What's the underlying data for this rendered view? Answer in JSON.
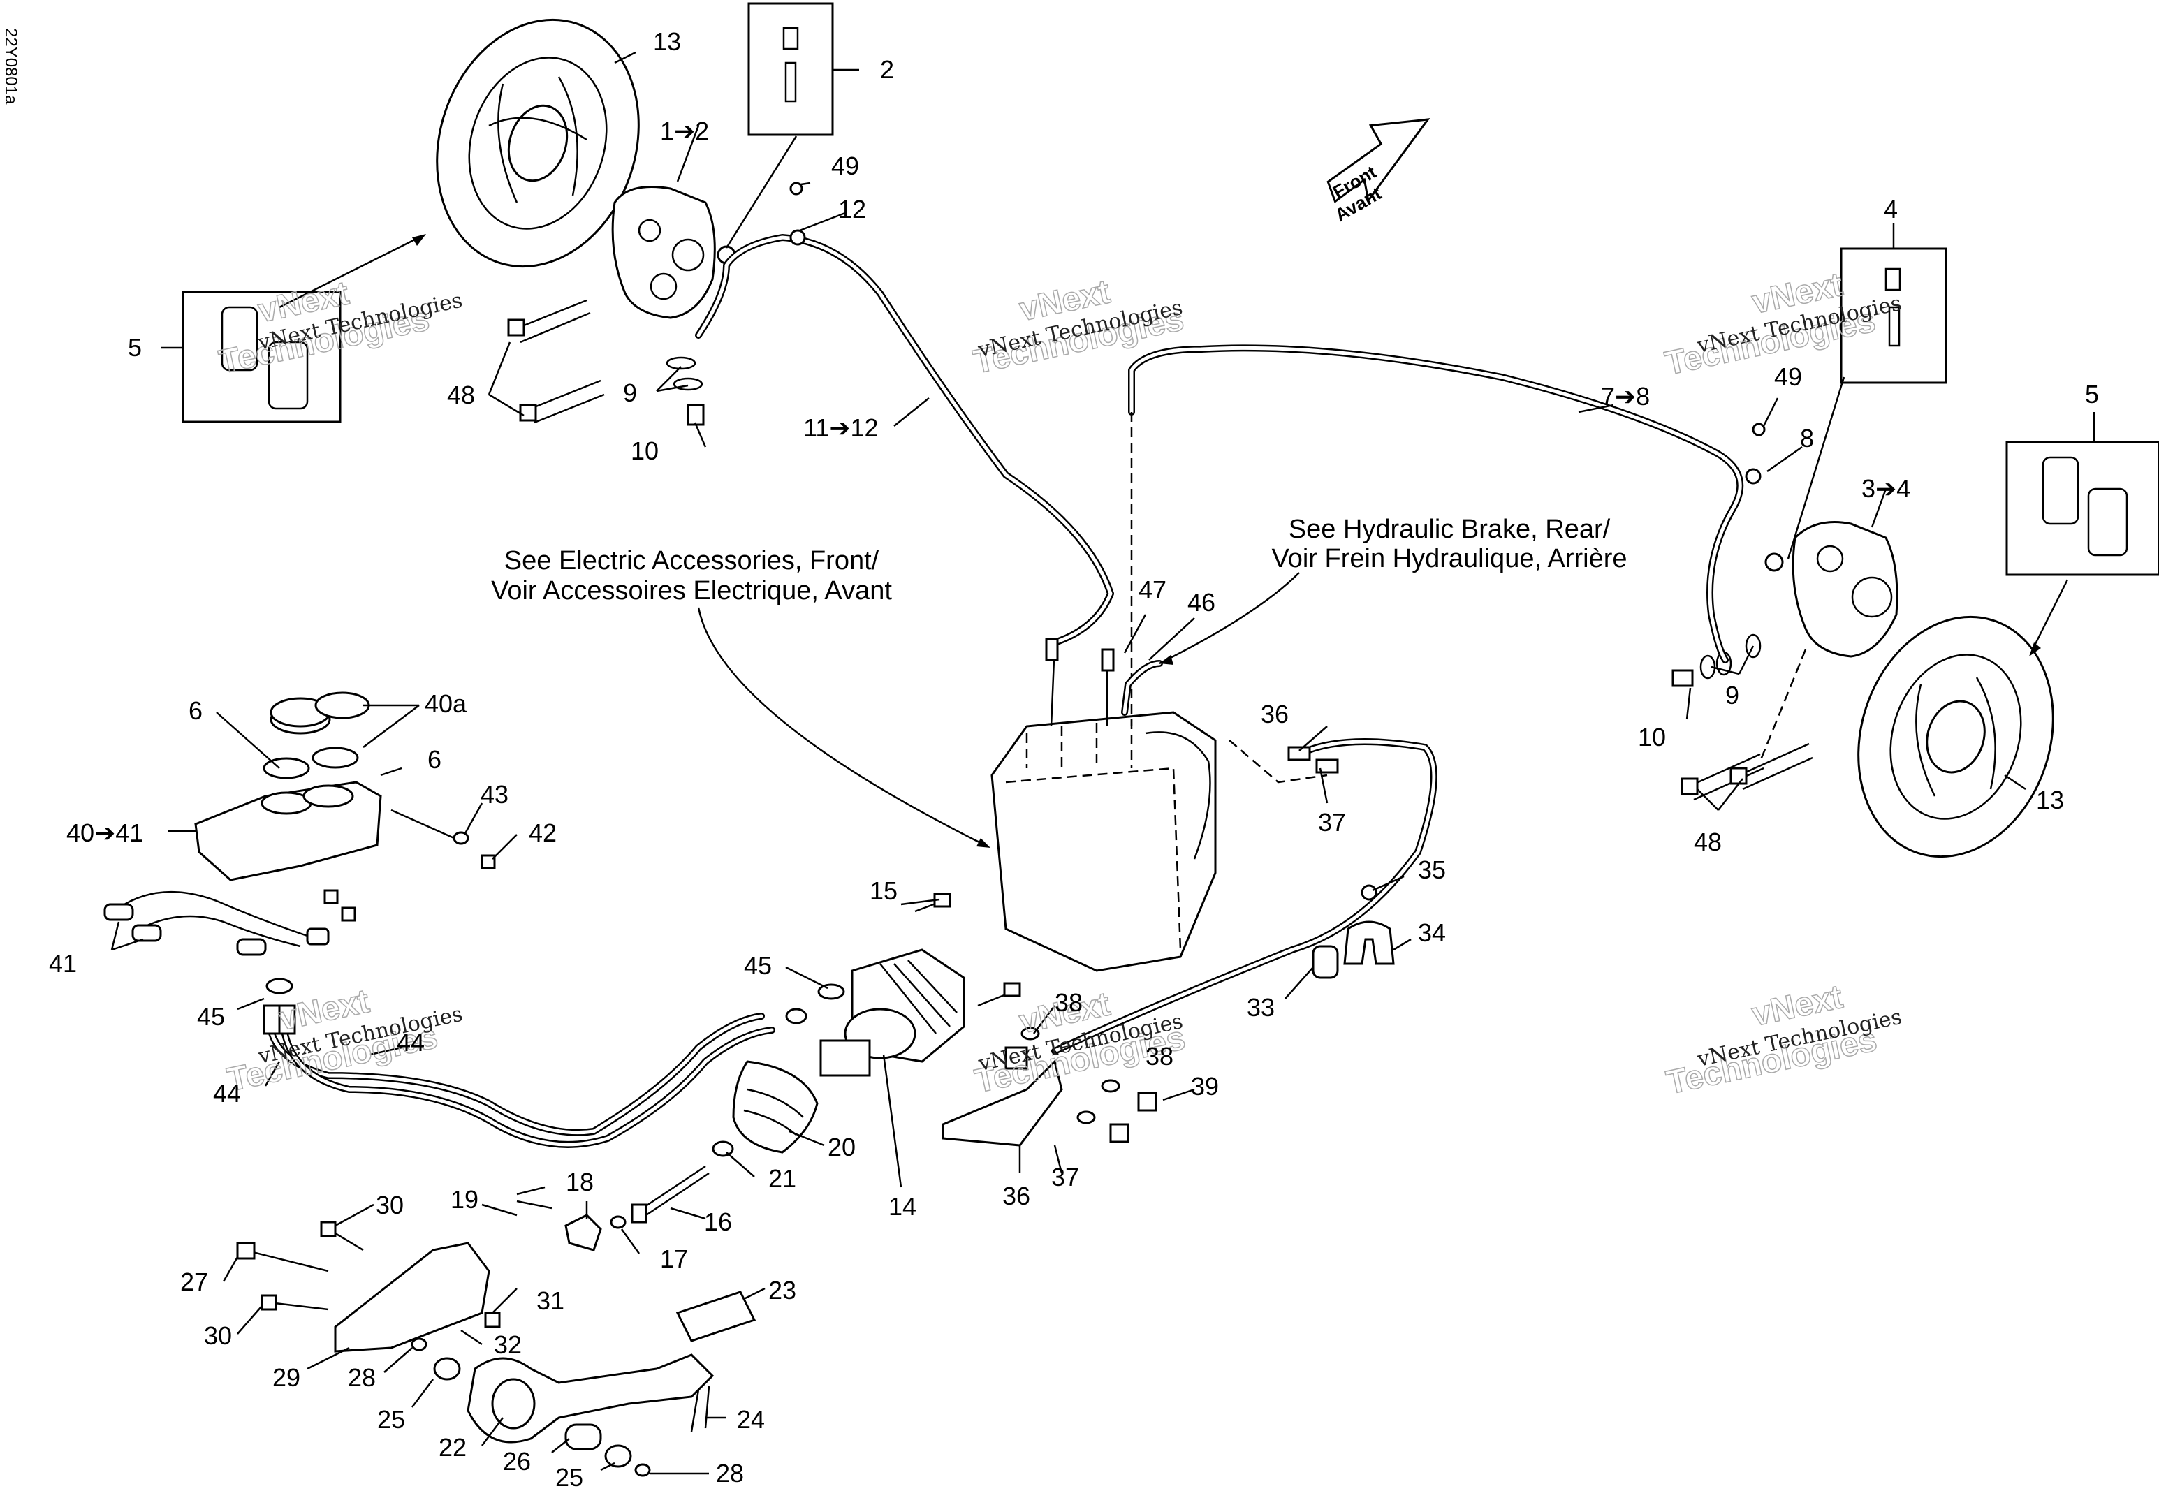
{
  "drawing_code": "22Y0801a",
  "direction_arrow": {
    "line1": "Front",
    "line2": "Avant"
  },
  "notes": {
    "electric_line1": "See Electric Accessories, Front/",
    "electric_line2": "Voir Accessoires Electrique, Avant",
    "hydraulic_line1": "See Hydraulic Brake, Rear/",
    "hydraulic_line2": "Voir Frein Hydraulique, Arrière"
  },
  "watermark": {
    "small": "vNext Technologies",
    "large_a": "vNext",
    "large_b": "Technologies"
  },
  "callouts": {
    "c13_left": "13",
    "c1to2": "1➔2",
    "c2": "2",
    "c49_left": "49",
    "c12": "12",
    "c5_left": "5",
    "c48_left": "48",
    "c9_left": "9",
    "c10_left": "10",
    "c11to12": "11➔12",
    "c4": "4",
    "c7to8": "7➔8",
    "c49_right": "49",
    "c8": "8",
    "c5_right": "5",
    "c3to4": "3➔4",
    "c10_right": "10",
    "c9_right": "9",
    "c48_right": "48",
    "c13_right": "13",
    "c47": "47",
    "c46": "46",
    "c36_top": "36",
    "c37_top": "37",
    "c35": "35",
    "c34": "34",
    "c33": "33",
    "c6": "6",
    "c40a": "40a",
    "c6b": "6",
    "c43": "43",
    "c42": "42",
    "c40to41": "40➔41",
    "c41": "41",
    "c45_left": "45",
    "c44_a": "44",
    "c44_b": "44",
    "c15": "15",
    "c45_mid": "45",
    "c38_a": "38",
    "c38_b": "38",
    "c39": "39",
    "c20": "20",
    "c21": "21",
    "c14": "14",
    "c36_bot": "36",
    "c37_bot": "37",
    "c18": "18",
    "c19": "19",
    "c16": "16",
    "c17": "17",
    "c30_a": "30",
    "c27": "27",
    "c31": "31",
    "c30_b": "30",
    "c32": "32",
    "c23": "23",
    "c29": "29",
    "c28_a": "28",
    "c25_a": "25",
    "c24": "24",
    "c22": "22",
    "c26": "26",
    "c25_b": "25",
    "c28_b": "28"
  }
}
